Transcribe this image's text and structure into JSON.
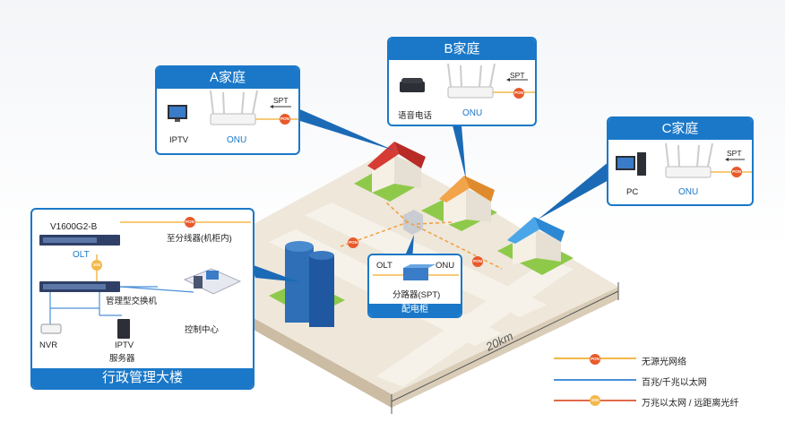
{
  "home_a": {
    "title": "A家庭",
    "device": "IPTV",
    "router": "ONU",
    "spt": "SPT",
    "pon": "PON"
  },
  "home_b": {
    "title": "B家庭",
    "device": "语音电话",
    "router": "ONU",
    "spt": "SPT",
    "pon": "PON"
  },
  "home_c": {
    "title": "C家庭",
    "device": "PC",
    "router": "ONU",
    "spt": "SPT",
    "pon": "PON"
  },
  "admin": {
    "title": "行政管理大楼",
    "olt_model": "V1600G2-B",
    "olt_label": "OLT",
    "to_splitter": "至分线器(机柜内)",
    "switch_label": "管理型交换机",
    "control_center": "控制中心",
    "nvr": "NVR",
    "iptv_server_line1": "IPTV",
    "iptv_server_line2": "服务器",
    "pon": "PON",
    "gbe": "10G"
  },
  "cabinet": {
    "olt": "OLT",
    "onu": "ONU",
    "splitter": "分路器(SPT)",
    "title": "配电柜"
  },
  "map": {
    "distance": "20km",
    "pon": "PON"
  },
  "legend": [
    {
      "label": "无源光网络",
      "color": "#f3b84a",
      "badge": "PON"
    },
    {
      "label": "百兆/千兆以太网",
      "color": "#4a90d9",
      "badge": ""
    },
    {
      "label": "万兆以太网 / 远距离光纤",
      "color": "#e06a4a",
      "badge": "10G"
    }
  ],
  "colors": {
    "accent": "#1b78c8",
    "pon_line": "#f3b84a",
    "ethernet": "#4a90d9",
    "fiber": "#e06a4a",
    "ground": "#8fc94a"
  }
}
